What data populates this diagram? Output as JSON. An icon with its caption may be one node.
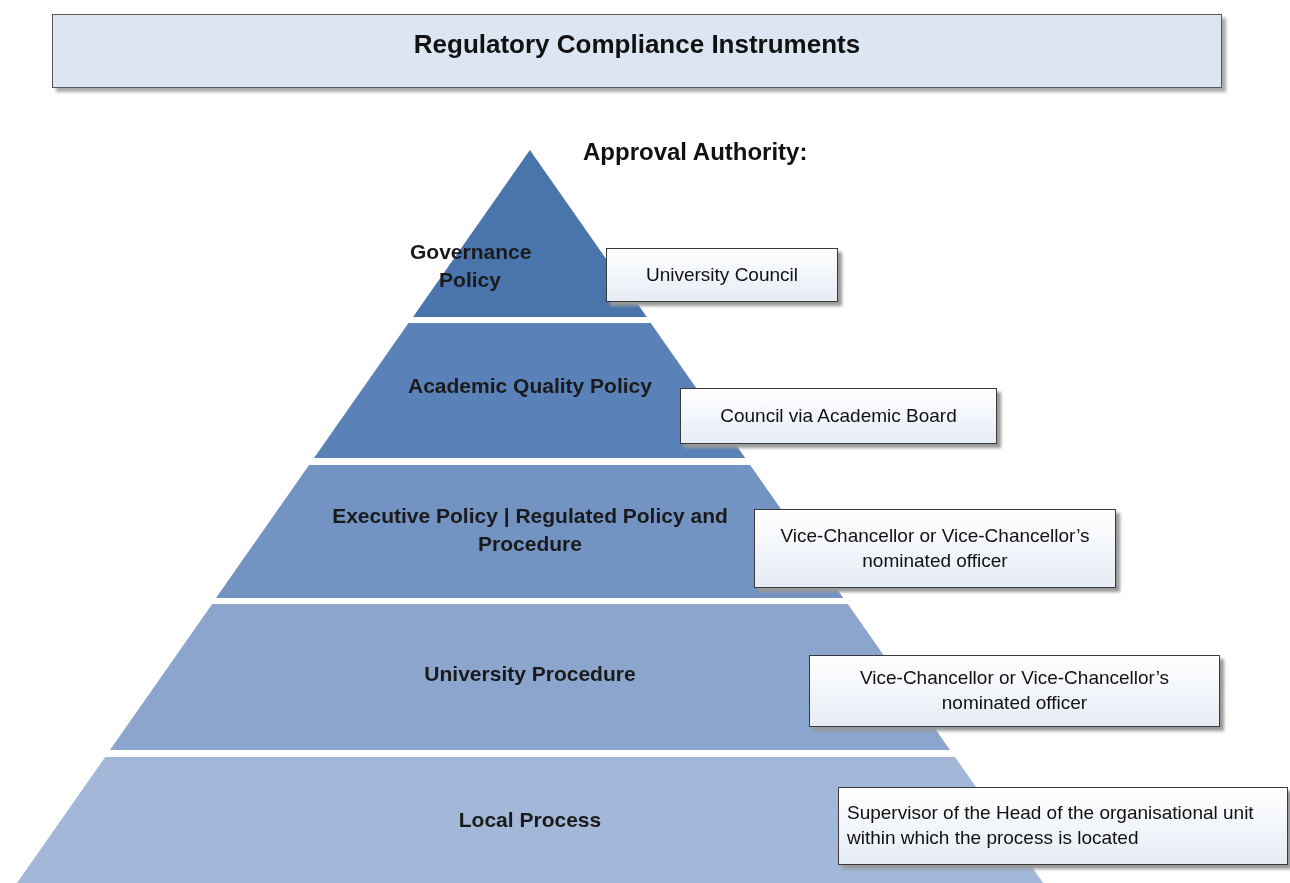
{
  "diagram": {
    "title": "Regulatory Compliance Instruments",
    "nodes": [
      {
        "text": [
          "Governance Policy"
        ]
      },
      {
        "text": [
          "Academic  Quality Policy"
        ]
      },
      {
        "text": [
          "Executive Policy  |  Regulated Policy and Procedure"
        ]
      },
      {
        "text": [
          "University Procedure"
        ]
      },
      {
        "text": [
          "Local Process"
        ]
      },
      {
        "text": [
          "University Council"
        ]
      },
      {
        "text": [
          "Council via Academic Board"
        ]
      },
      {
        "text": [
          "Vice-Chancellor or Vice-Chancellor’s nominated officer"
        ]
      },
      {
        "text": [
          "Vice-Chancellor or Vice-Chancellor’s nominated officer"
        ]
      },
      {
        "text": [
          "Supervisor of the Head of the organisational unit within which the process is located"
        ]
      }
    ],
    "labels": [
      "Approval Authority:"
    ]
  }
}
